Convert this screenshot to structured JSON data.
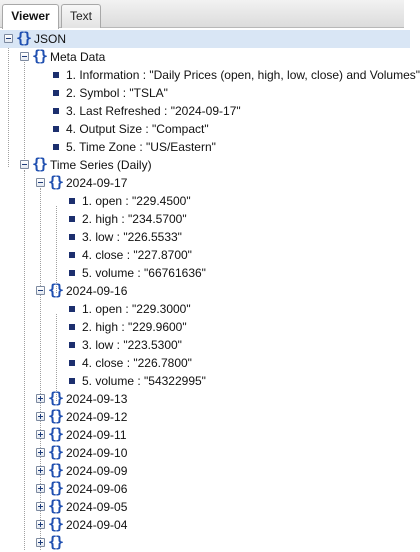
{
  "tabs": {
    "viewer": "Viewer",
    "text": "Text"
  },
  "tree": {
    "root_label": "JSON",
    "meta": {
      "label": "Meta Data",
      "items": [
        "1. Information : \"Daily Prices (open, high, low, close) and Volumes\"",
        "2. Symbol : \"TSLA\"",
        "3. Last Refreshed : \"2024-09-17\"",
        "4. Output Size : \"Compact\"",
        "5. Time Zone : \"US/Eastern\""
      ]
    },
    "series": {
      "label": "Time Series (Daily)",
      "days": [
        {
          "date": "2024-09-17",
          "items": [
            "1. open : \"229.4500\"",
            "2. high : \"234.5700\"",
            "3. low : \"226.5533\"",
            "4. close : \"227.8700\"",
            "5. volume : \"66761636\""
          ]
        },
        {
          "date": "2024-09-16",
          "items": [
            "1. open : \"229.3000\"",
            "2. high : \"229.9600\"",
            "3. low : \"223.5300\"",
            "4. close : \"226.7800\"",
            "5. volume : \"54322995\""
          ]
        }
      ],
      "collapsed_dates": [
        "2024-09-13",
        "2024-09-12",
        "2024-09-11",
        "2024-09-10",
        "2024-09-09",
        "2024-09-06",
        "2024-09-05",
        "2024-09-04"
      ]
    }
  }
}
